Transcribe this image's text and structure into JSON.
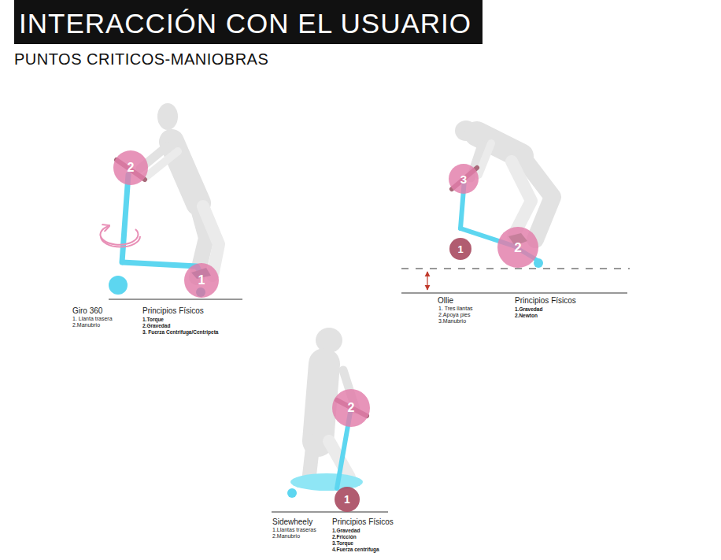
{
  "diagram": {
    "title": "INTERACCIÓN CON EL USUARIO",
    "nodes": [
      {
        "text": [
          "2"
        ]
      },
      {
        "text": [
          "1"
        ]
      },
      {
        "text": [
          "3"
        ]
      },
      {
        "text": [
          "1"
        ]
      },
      {
        "text": [
          "2"
        ]
      },
      {
        "text": [
          "2"
        ]
      },
      {
        "text": [
          "1"
        ]
      }
    ],
    "labels": [
      "PUNTOS CRITICOS-MANIOBRAS",
      "Giro 360",
      "1. Llanta trasera",
      "2.Manubrio",
      "Principios Físicos",
      "1.Torque",
      "2.Gravedad",
      "3. Fuerza Centrifuga/Centripeta",
      "Ollie",
      "1. Tres llantas",
      "2.Apoya pies",
      "3.Manubrio",
      "Principios Físicos",
      "1.Gravedad",
      "2.Newton",
      "Sidewheely",
      "1.Llantas traseras",
      "2.Manubrio",
      "Principios Físicos",
      "1.Gravedad",
      "2.Fricción",
      "3.Torque",
      "4.Fuerza centrifuga"
    ]
  }
}
